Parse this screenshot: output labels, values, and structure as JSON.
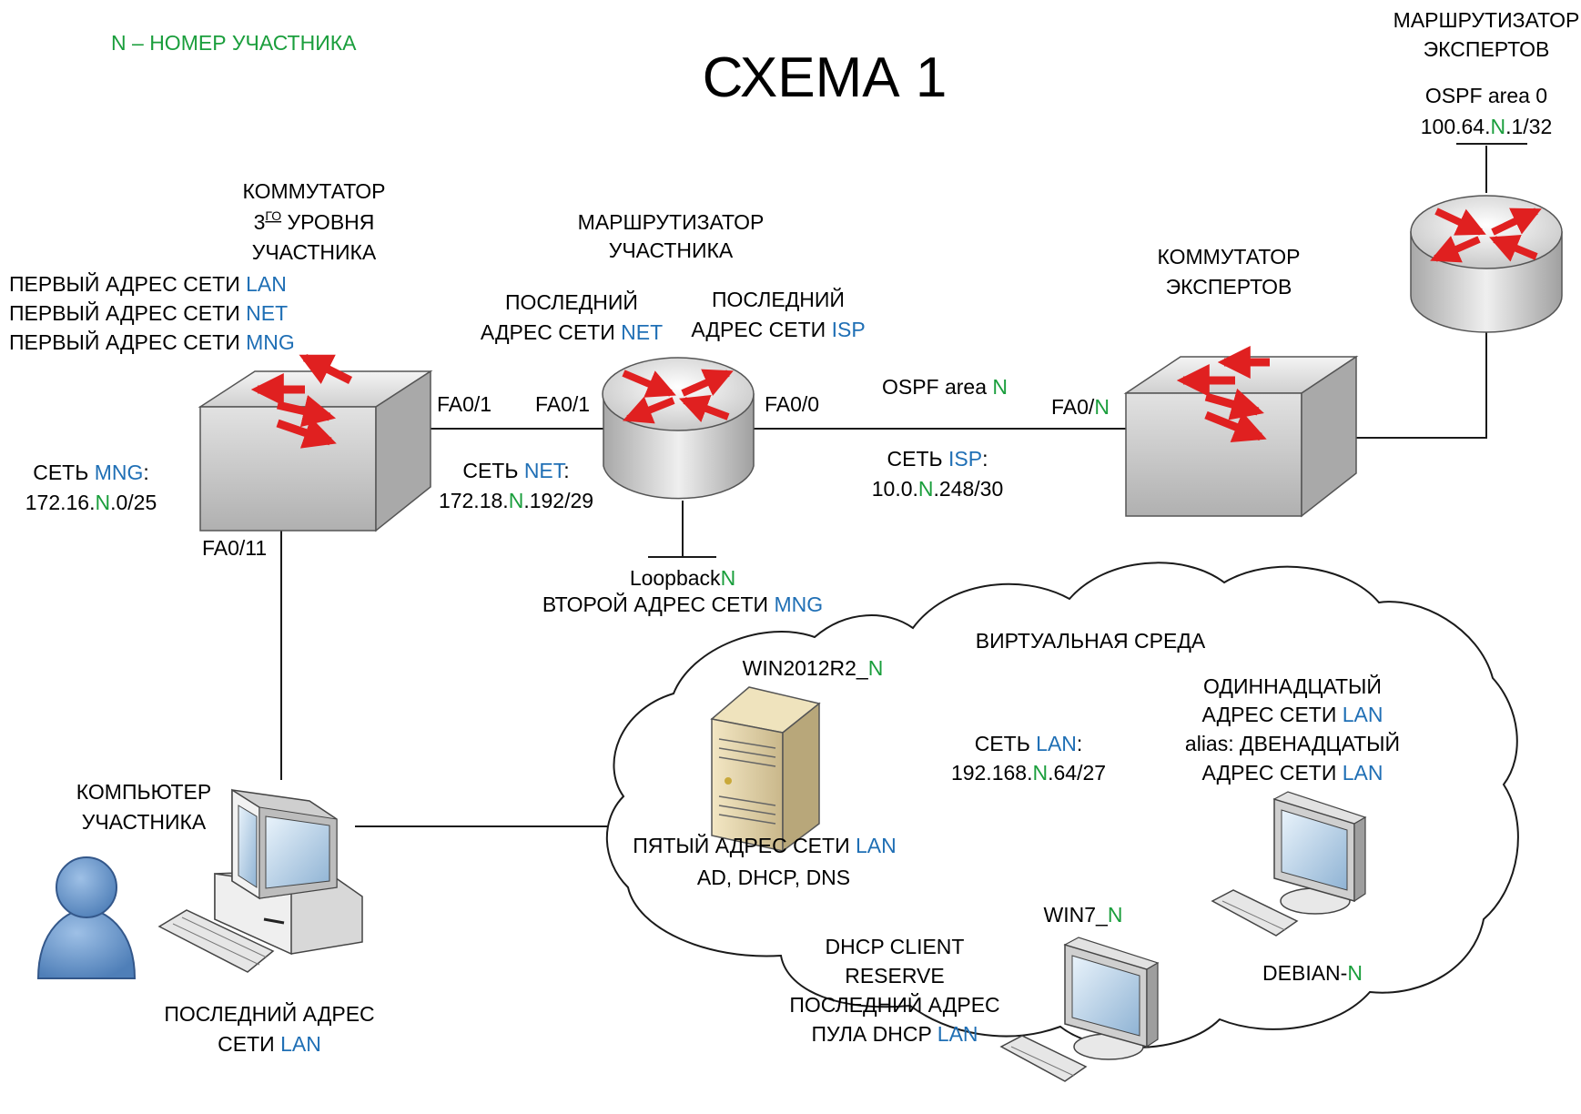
{
  "legend": {
    "n_prefix": "N",
    "n_rest": " – НОМЕР УЧАСТНИКА"
  },
  "title": "СХЕМА 1",
  "n": "N",
  "expert_router": {
    "label_line1": "МАРШРУТИЗАТОР",
    "label_line2": "ЭКСПЕРТОВ",
    "ospf": "OSPF area 0",
    "loopback_pre": "100.64.",
    "loopback_post": ".1/32"
  },
  "l3_switch": {
    "label_line1": "КОММУТАТОР",
    "label_line2_pre": "3",
    "label_line2_sup": "ГО",
    "label_line2_post": " УРОВНЯ",
    "label_line3": "УЧАСТНИКА",
    "addr_pre": "ПЕРВЫЙ АДРЕС СЕТИ ",
    "addr_lan": "LAN",
    "addr_net": "NET",
    "addr_mng": "MNG",
    "port_right": "FA0/1",
    "port_down": "FA0/11"
  },
  "participant_router": {
    "label_line1": "МАРШРУТИЗАТОР",
    "label_line2": "УЧАСТНИКА",
    "left_note_line1": "ПОСЛЕДНИЙ",
    "left_note_line2_pre": "АДРЕС СЕТИ ",
    "left_note_line2_net": "NET",
    "right_note_line1": "ПОСЛЕДНИЙ",
    "right_note_line2_pre": "АДРЕС СЕТИ ",
    "right_note_line2_net": "ISP",
    "port_left": "FA0/1",
    "port_right": "FA0/0",
    "loopback_pre": "Loopback",
    "loopback_second_pre": "ВТОРОЙ АДРЕС СЕТИ ",
    "loopback_second_net": "MNG"
  },
  "expert_switch": {
    "label_line1": "КОММУТАТОР",
    "label_line2": "ЭКСПЕРТОВ",
    "port_pre": "FA0/"
  },
  "networks": {
    "mng": {
      "pre": "СЕТЬ ",
      "name": "MNG",
      "colon": ":",
      "addr_pre": "172.16.",
      "addr_post": ".0/25"
    },
    "net": {
      "pre": "СЕТЬ ",
      "name": "NET",
      "colon": ":",
      "addr_pre": "172.18.",
      "addr_post": ".192/29"
    },
    "isp": {
      "pre": "СЕТЬ ",
      "name": "ISP",
      "colon": ":",
      "addr_pre": "10.0.",
      "addr_post": ".248/30"
    },
    "lan": {
      "pre": "СЕТЬ ",
      "name": "LAN",
      "colon": ":",
      "addr_pre": "192.168.",
      "addr_post": ".64/27"
    }
  },
  "ospf_link": {
    "pre": "OSPF area "
  },
  "participant_pc": {
    "label_line1": "КОМПЬЮТЕР",
    "label_line2": "УЧАСТНИКА",
    "addr_line1": "ПОСЛЕДНИЙ АДРЕС",
    "addr_line2_pre": "СЕТИ ",
    "addr_line2_net": "LAN"
  },
  "cloud": {
    "label": "ВИРТУАЛЬНАЯ СРЕДА"
  },
  "win2012": {
    "name_pre": "WIN2012R2_",
    "addr_pre": "ПЯТЫЙ АДРЕС СЕТИ ",
    "addr_net": "LAN",
    "roles": "AD, DHCP, DNS"
  },
  "debian": {
    "addr_line1": "ОДИННАДЦАТЫЙ",
    "addr_line2_pre": "АДРЕС СЕТИ ",
    "addr_line2_net": "LAN",
    "alias_line1": "alias: ДВЕНАДЦАТЫЙ",
    "alias_line2_pre": "АДРЕС СЕТИ ",
    "alias_line2_net": "LAN",
    "name_pre": "DEBIAN-"
  },
  "win7": {
    "name_pre": "WIN7_",
    "line1": "DHCP CLIENT",
    "line2": "RESERVE",
    "line3": "ПОСЛЕДНИЙ АДРЕС",
    "line4_pre": "ПУЛА DHCP ",
    "line4_net": "LAN"
  }
}
